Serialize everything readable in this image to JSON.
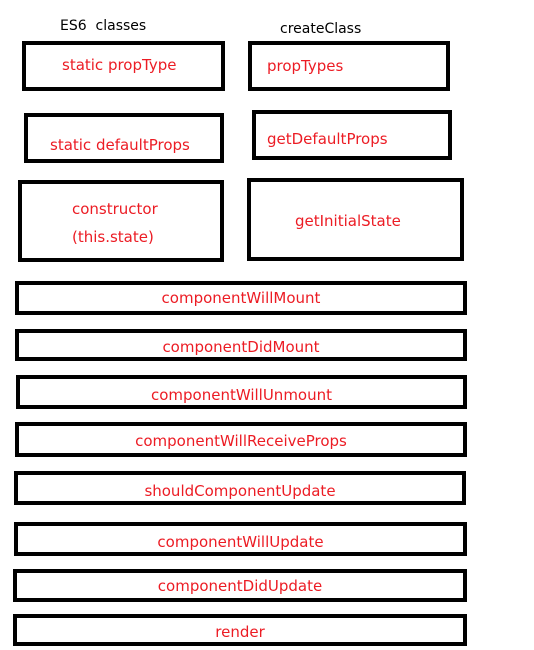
{
  "headers": {
    "es6": "ES6  classes",
    "create_class": "createClass"
  },
  "es6_column": {
    "prop_type": "static propType",
    "default_props": "static defaultProps",
    "constructor_line1": "constructor",
    "constructor_line2": "(this.state)"
  },
  "create_class_column": {
    "prop_types": "propTypes",
    "get_default_props": "getDefaultProps",
    "get_initial_state": "getInitialState"
  },
  "shared_methods": [
    "componentWillMount",
    "componentDidMount",
    "componentWillUnmount",
    "componentWillReceiveProps",
    "shouldComponentUpdate",
    "componentWillUpdate",
    "componentDidUpdate",
    "render"
  ],
  "colors": {
    "box_border": "#000000",
    "label_text": "#ec1c24",
    "header_text": "#000000"
  }
}
